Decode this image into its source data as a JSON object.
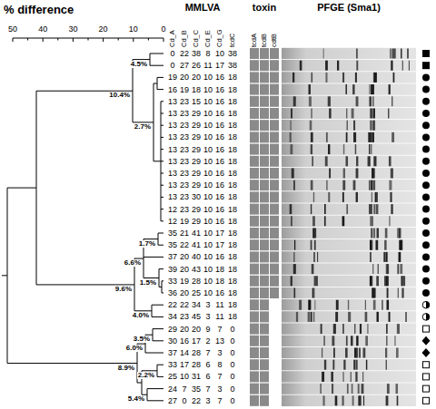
{
  "diagram": {
    "labels": [
      "% difference",
      "MMLVA",
      "toxin",
      "PFGE (Sma1)",
      "50",
      "40",
      "30",
      "20",
      "10",
      "0",
      "Cd_A",
      "Cd_B",
      "Cd_C",
      "Cd_E",
      "Cd_G",
      "tcdC",
      "tcdA",
      "tcdB",
      "cdtB",
      "4.5%",
      "2.7%",
      "10.4%",
      "1.7%",
      "6.6%",
      "9.6%",
      "1.5%",
      "4.0%",
      "3.5%",
      "6.0%",
      "2.2%",
      "8.9%",
      "5.4%",
      "0",
      "22",
      "38",
      "8",
      "10",
      "38",
      "0",
      "27",
      "26",
      "11",
      "17",
      "38",
      "19",
      "20",
      "20",
      "10",
      "16",
      "18",
      "16",
      "19",
      "18",
      "10",
      "16",
      "18",
      "13",
      "23",
      "15",
      "10",
      "16",
      "18",
      "13",
      "23",
      "29",
      "10",
      "16",
      "18",
      "13",
      "23",
      "29",
      "10",
      "16",
      "18",
      "13",
      "23",
      "29",
      "10",
      "16",
      "18",
      "13",
      "23",
      "29",
      "10",
      "16",
      "18",
      "13",
      "23",
      "29",
      "10",
      "16",
      "18",
      "13",
      "23",
      "29",
      "10",
      "16",
      "18",
      "13",
      "23",
      "29",
      "10",
      "16",
      "18",
      "13",
      "23",
      "30",
      "10",
      "16",
      "18",
      "12",
      "23",
      "29",
      "10",
      "16",
      "18",
      "12",
      "19",
      "29",
      "10",
      "16",
      "18",
      "35",
      "21",
      "41",
      "10",
      "17",
      "18",
      "35",
      "22",
      "41",
      "10",
      "17",
      "18",
      "37",
      "20",
      "40",
      "10",
      "16",
      "18",
      "39",
      "20",
      "43",
      "10",
      "18",
      "18",
      "33",
      "19",
      "28",
      "10",
      "18",
      "18",
      "36",
      "20",
      "25",
      "10",
      "16",
      "18",
      "22",
      "22",
      "34",
      "3",
      "11",
      "18",
      "34",
      "23",
      "45",
      "3",
      "11",
      "18",
      "29",
      "20",
      "20",
      "9",
      "7",
      "0",
      "30",
      "16",
      "17",
      "2",
      "13",
      "0",
      "37",
      "14",
      "28",
      "7",
      "3",
      "0",
      "33",
      "17",
      "28",
      "6",
      "8",
      "0",
      "25",
      "10",
      "31",
      "6",
      "7",
      "0",
      "24",
      "7",
      "35",
      "7",
      "3",
      "0",
      "27",
      "0",
      "22",
      "3",
      "7",
      "0"
    ]
  }
}
